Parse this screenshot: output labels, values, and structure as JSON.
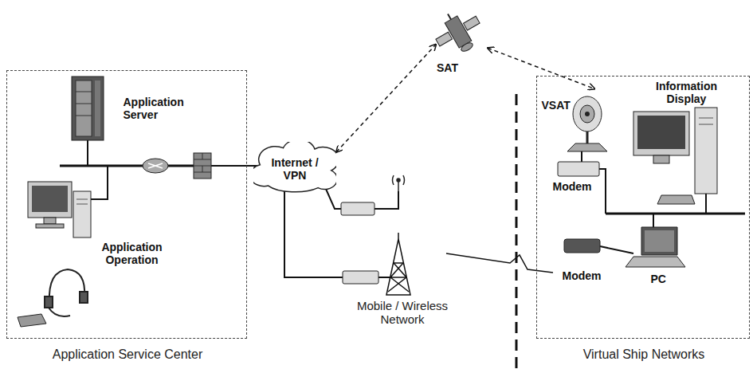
{
  "diagram": {
    "nodes": [
      {
        "text": [
          "Application Service Center"
        ]
      },
      {
        "text": [
          "Application Server"
        ],
        "in": 0
      },
      {
        "text": [
          "Application Operation"
        ],
        "in": 0
      },
      {
        "text": [
          "Internet / VPN"
        ]
      },
      {
        "text": [
          "SAT"
        ]
      },
      {
        "text": [
          "Mobile / Wireless Network"
        ]
      },
      {
        "text": [
          "Virtual Ship Networks"
        ]
      },
      {
        "text": [
          "VSAT"
        ],
        "in": 6
      },
      {
        "text": [
          "Information Display"
        ],
        "in": 6
      },
      {
        "text": [
          "Modem"
        ],
        "in": 6
      },
      {
        "text": [
          "Modem"
        ],
        "in": 6
      },
      {
        "text": [
          "PC"
        ],
        "in": 6
      }
    ],
    "edges": [
      {
        "from": 3,
        "to": 4,
        "arrow": "both"
      },
      {
        "from": 4,
        "to": 7,
        "arrow": "both"
      }
    ]
  }
}
